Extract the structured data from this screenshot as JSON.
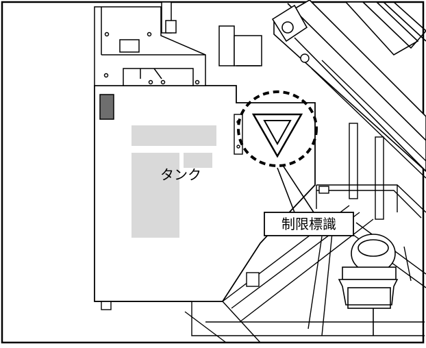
{
  "diagram": {
    "labels": {
      "tank": "タンク",
      "restriction_sign": "制限標識"
    },
    "colors": {
      "line": "#000000",
      "tank_fill": "#d9d9d9",
      "window_fill": "#6e6e6e",
      "background": "#ffffff"
    },
    "icons": {
      "warning_mark": "inverted-triangle-icon",
      "highlight": "dashed-circle-highlight"
    }
  }
}
